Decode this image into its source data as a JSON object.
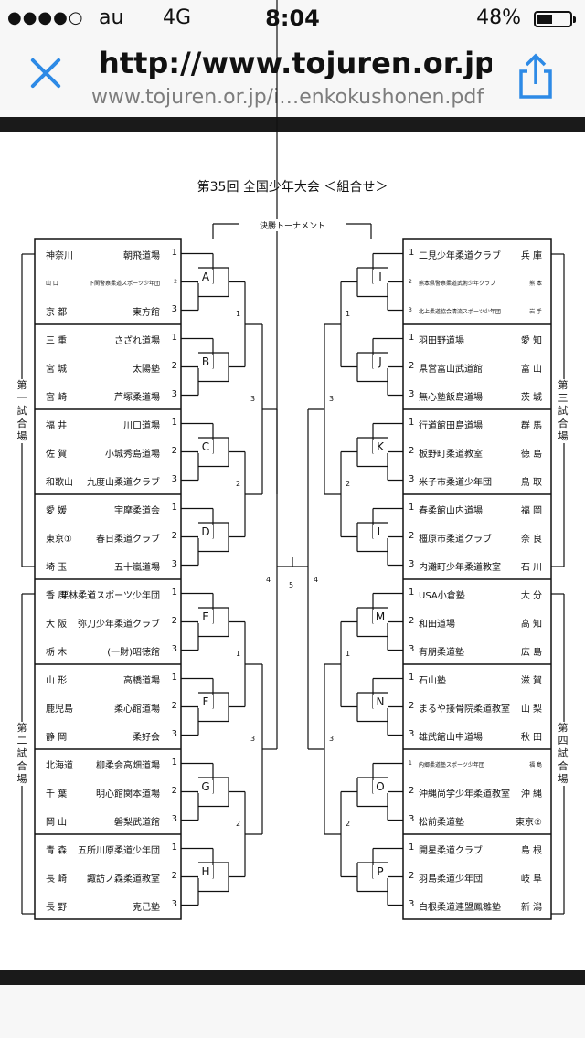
{
  "status": {
    "signal": "●●●●○",
    "carrier": "au",
    "network": "4G",
    "time": "8:04",
    "battery_pct": "48%",
    "battery_level": 0.48
  },
  "browser": {
    "url_title": "http://www.tojuren.or.jp/…",
    "url": "www.tojuren.or.jp/i…enkokushonen.pdf"
  },
  "doc": {
    "title": "第35回 全国少年大会 ＜組合せ＞",
    "final_label": "決勝トーナメント",
    "venues": {
      "v1": "第一試合場",
      "v2": "第二試合場",
      "v3": "第三試合場",
      "v4": "第四試合場"
    },
    "pools": [
      "A",
      "B",
      "C",
      "D",
      "E",
      "F",
      "G",
      "H",
      "I",
      "J",
      "K",
      "L",
      "M",
      "N",
      "O",
      "P"
    ],
    "left": [
      {
        "pref": "神奈川",
        "club": "朝飛道場",
        "num": "1"
      },
      {
        "pref": "山 口",
        "club": "下関警察柔道スポーツ少年団",
        "num": "2",
        "small": true
      },
      {
        "pref": "京 都",
        "club": "東方館",
        "num": "3"
      },
      {
        "pref": "三 重",
        "club": "さざれ道場",
        "num": "1"
      },
      {
        "pref": "宮 城",
        "club": "太陽塾",
        "num": "2"
      },
      {
        "pref": "宮 崎",
        "club": "芦塚柔道場",
        "num": "3"
      },
      {
        "pref": "福 井",
        "club": "川口道場",
        "num": "1"
      },
      {
        "pref": "佐 賀",
        "club": "小城秀島道場",
        "num": "2"
      },
      {
        "pref": "和歌山",
        "club": "九度山柔道クラブ",
        "num": "3"
      },
      {
        "pref": "愛 媛",
        "club": "宇摩柔道会",
        "num": "1"
      },
      {
        "pref": "東京①",
        "club": "春日柔道クラブ",
        "num": "2"
      },
      {
        "pref": "埼 玉",
        "club": "五十嵐道場",
        "num": "3"
      },
      {
        "pref": "香 川",
        "club": "栗林柔道スポーツ少年団",
        "num": "1"
      },
      {
        "pref": "大 阪",
        "club": "弥刀少年柔道クラブ",
        "num": "2"
      },
      {
        "pref": "栃 木",
        "club": "(一財)昭徳館",
        "num": "3"
      },
      {
        "pref": "山 形",
        "club": "高橋道場",
        "num": "1"
      },
      {
        "pref": "鹿児島",
        "club": "柔心館道場",
        "num": "2"
      },
      {
        "pref": "静 岡",
        "club": "柔好会",
        "num": "3"
      },
      {
        "pref": "北海道",
        "club": "柳柔会高畑道場",
        "num": "1"
      },
      {
        "pref": "千 葉",
        "club": "明心館関本道場",
        "num": "2"
      },
      {
        "pref": "岡 山",
        "club": "磐梨武道館",
        "num": "3"
      },
      {
        "pref": "青 森",
        "club": "五所川原柔道少年団",
        "num": "1"
      },
      {
        "pref": "長 崎",
        "club": "諏訪ノ森柔道教室",
        "num": "2"
      },
      {
        "pref": "長 野",
        "club": "克己塾",
        "num": "3"
      }
    ],
    "right": [
      {
        "num": "1",
        "club": "二見少年柔道クラブ",
        "pref": "兵 庫"
      },
      {
        "num": "2",
        "club": "熊本県警察柔道武術少年クラブ",
        "pref": "熊 本",
        "small": true
      },
      {
        "num": "3",
        "club": "北上柔道協会清流スポーツ少年団",
        "pref": "岩 手",
        "small": true
      },
      {
        "num": "1",
        "club": "羽田野道場",
        "pref": "愛 知"
      },
      {
        "num": "2",
        "club": "県営富山武道館",
        "pref": "富 山"
      },
      {
        "num": "3",
        "club": "無心塾飯島道場",
        "pref": "茨 城"
      },
      {
        "num": "1",
        "club": "行道館田島道場",
        "pref": "群 馬"
      },
      {
        "num": "2",
        "club": "板野町柔道教室",
        "pref": "徳 島"
      },
      {
        "num": "3",
        "club": "米子市柔道少年団",
        "pref": "鳥 取"
      },
      {
        "num": "1",
        "club": "春柔館山内道場",
        "pref": "福 岡"
      },
      {
        "num": "2",
        "club": "橿原市柔道クラブ",
        "pref": "奈 良"
      },
      {
        "num": "3",
        "club": "内灘町少年柔道教室",
        "pref": "石 川"
      },
      {
        "num": "1",
        "club": "USA小倉塾",
        "pref": "大 分"
      },
      {
        "num": "2",
        "club": "和田道場",
        "pref": "高 知"
      },
      {
        "num": "3",
        "club": "有朋柔道塾",
        "pref": "広 島"
      },
      {
        "num": "1",
        "club": "石山塾",
        "pref": "滋 賀"
      },
      {
        "num": "2",
        "club": "まるや接骨院柔道教室",
        "pref": "山 梨"
      },
      {
        "num": "3",
        "club": "雄武館山中道場",
        "pref": "秋 田"
      },
      {
        "num": "1",
        "club": "内郷柔道塾スポーツ少年団",
        "pref": "福 島",
        "small": true
      },
      {
        "num": "2",
        "club": "沖縄尚学少年柔道教室",
        "pref": "沖 縄"
      },
      {
        "num": "3",
        "club": "松前柔道塾",
        "pref": "東京②"
      },
      {
        "num": "1",
        "club": "開星柔道クラブ",
        "pref": "島 根"
      },
      {
        "num": "2",
        "club": "羽島柔道少年団",
        "pref": "岐 阜"
      },
      {
        "num": "3",
        "club": "白根柔道連盟鳳雛塾",
        "pref": "新 潟"
      }
    ],
    "round_labels": {
      "r1": "1",
      "r2": "2",
      "r3": "3",
      "r4": "4",
      "r5": "5"
    }
  }
}
